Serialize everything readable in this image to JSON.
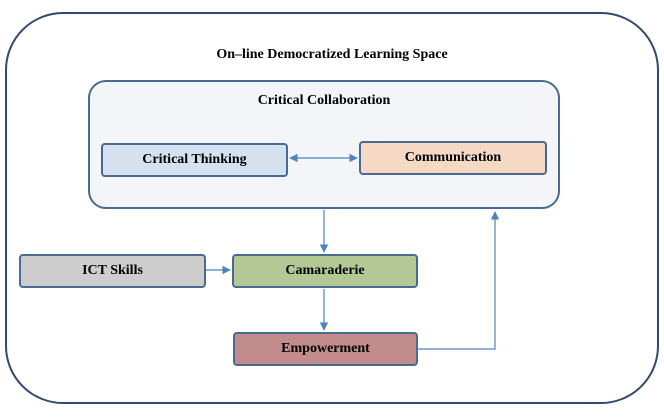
{
  "outer": {
    "title": "On–line Democratized Learning Space"
  },
  "inner": {
    "title": "Critical Collaboration"
  },
  "nodes": {
    "critical_thinking": {
      "label": "Critical Thinking",
      "fill": "#d6e1ef"
    },
    "communication": {
      "label": "Communication",
      "fill": "#f5d9c4"
    },
    "ict_skills": {
      "label": "ICT Skills",
      "fill": "#cdcdcd"
    },
    "camaraderie": {
      "label": "Camaraderie",
      "fill": "#b4c896"
    },
    "empowerment": {
      "label": "Empowerment",
      "fill": "#c28c8c"
    }
  },
  "colors": {
    "border": "#4a6a92",
    "arrow": "#4f81bd"
  }
}
